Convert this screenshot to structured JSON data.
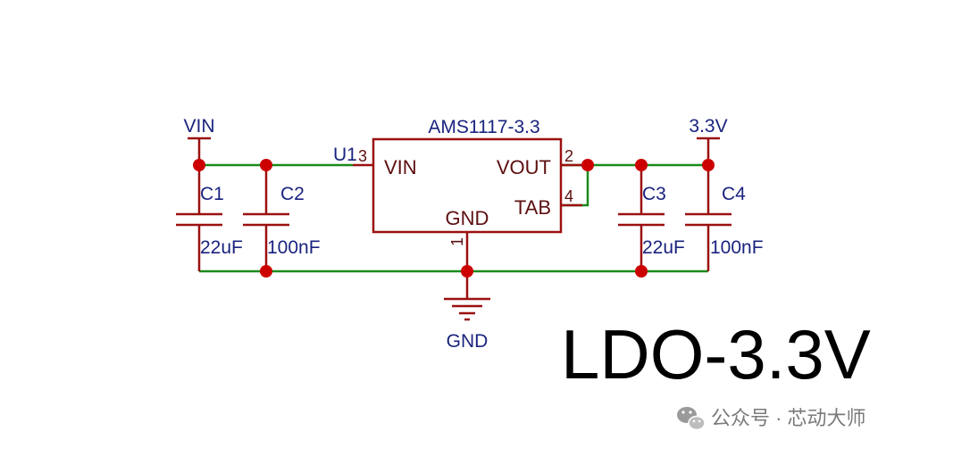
{
  "ic": {
    "value": "AMS1117-3.3",
    "ref": "U1",
    "pin_vin": "VIN",
    "pin_vout": "VOUT",
    "pin_tab": "TAB",
    "pin_gnd": "GND",
    "pin_vin_num": "3",
    "pin_vout_num": "2",
    "pin_tab_num": "4",
    "pin_gnd_num": "1"
  },
  "nets": {
    "vin": "VIN",
    "out": "3.3V",
    "gnd": "GND"
  },
  "caps": [
    {
      "ref": "C1",
      "value": "22uF"
    },
    {
      "ref": "C2",
      "value": "100nF"
    },
    {
      "ref": "C3",
      "value": "22uF"
    },
    {
      "ref": "C4",
      "value": "100nF"
    }
  ],
  "title": "LDO-3.3V",
  "watermark": "公众号 · 芯动大师",
  "colors": {
    "wire": "#1a8a1a",
    "component": "#9b1010",
    "junction": "#cc0000",
    "label": "#1a237e"
  }
}
